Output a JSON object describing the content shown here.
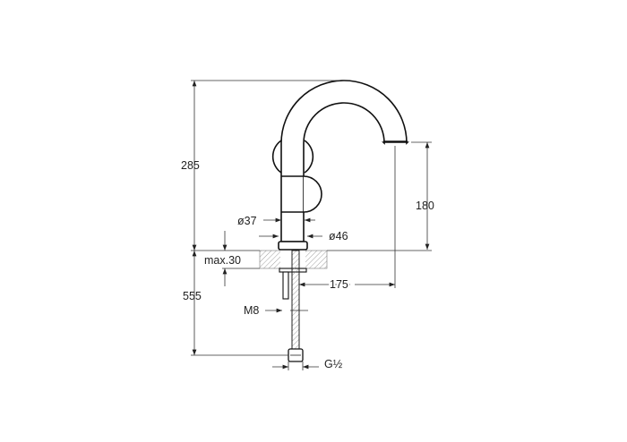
{
  "drawing": {
    "dimensions": {
      "total_height_above": "285",
      "spout_height": "180",
      "spout_reach": "175",
      "below_counter": "555",
      "max_counter_thickness": "max.30",
      "body_diameter": "ø37",
      "base_diameter": "ø46",
      "rod_thread": "M8",
      "hose_connection": "G½"
    },
    "colors": {
      "line": "#111111",
      "dimension": "#333333",
      "hatch": "#888888"
    }
  }
}
